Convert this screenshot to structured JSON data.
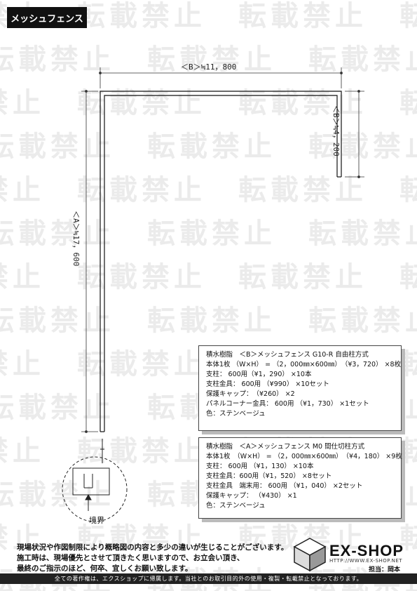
{
  "header": {
    "title": "メッシュフェンス"
  },
  "watermark": {
    "text": "転載禁止"
  },
  "dimensions": {
    "b_top": "＜B＞≒11，800",
    "b_right": "＜B＞≒4，200",
    "a_left": "＜A＞≒17，600"
  },
  "spec_b": {
    "title": "積水樹脂　＜B＞メッシュフェンス G10-R 自由柱方式",
    "lines": [
      "本体1枚 （W×H） = （2，000㎜×600㎜）　（¥3，720） ×8枚",
      "支柱： 600用（¥1，290） ×10本",
      "支柱金具： 600用 （¥990） ×10セット",
      "保護キャップ：　（¥260） ×2",
      "パネルコーナー金具： 600用 （¥1，730） ×1セット",
      "色：ステンベージュ"
    ]
  },
  "spec_a": {
    "title": "積水樹脂　＜A＞メッシュフェンス M0 間仕切柱方式",
    "lines": [
      "本体1枚　（W×H） = （2，000㎜×600㎜）　（¥4，180） ×9枚",
      "支柱： 600用 （¥1，130） ×10本",
      "支柱金具：600用（¥1，520） ×8セット",
      "支柱金具　端末用： 600用 （¥1，040） ×2セット",
      "保護キャップ： （¥430） ×1",
      "色：ステンベージュ"
    ]
  },
  "boundary": {
    "label": "境界"
  },
  "notice": {
    "lines": [
      "現場状況や作図制限により概略図の内容と多少の違いが生じることがございます。",
      "施工時は、現場優先とさせて頂きたく思いますので、お立会い頂き、",
      "最終のご指示のほど、何卒、宜しくお願い致します。"
    ]
  },
  "footer": {
    "text": "全ての著作権は、エクスショップに帰属します。当社とのお取引目的外の使用・複製・転載禁止となっております。"
  },
  "brand": {
    "name": "EX-SHOP",
    "url": "HTTP://WWW.EX-SHOP.NET",
    "person": "担当：岡本"
  }
}
